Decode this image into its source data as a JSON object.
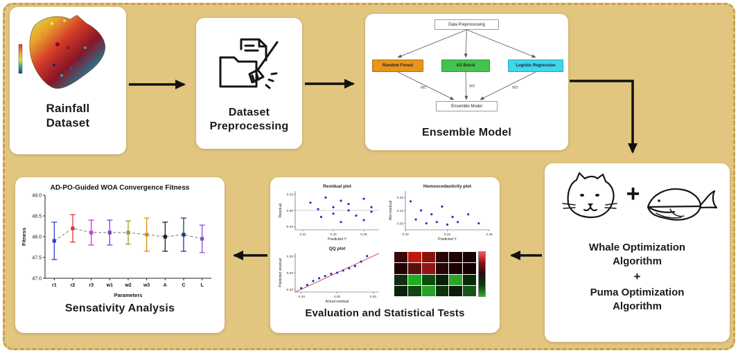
{
  "figure": {
    "background_color": "#e2c57f",
    "border_color": "#c9a04a",
    "arrow_color": "#111111"
  },
  "nodes": {
    "rainfall": {
      "label": "Rainfall Dataset"
    },
    "preprocessing": {
      "label": "Dataset Preprocessing"
    },
    "ensemble": {
      "label": "Ensemble Model",
      "flow": {
        "top": "Data Preprocessing",
        "models": [
          {
            "name": "Random Forest",
            "color": "#e8951c"
          },
          {
            "name": "XG Boost",
            "color": "#44c34e"
          },
          {
            "name": "Logistic Regression",
            "color": "#3fd6ef"
          }
        ],
        "weights": [
          "W1",
          "W2",
          "W3"
        ],
        "bottom": "Ensemble Model"
      }
    },
    "optimization": {
      "art_plus": "+",
      "line1": "Whale Optimization Algorithm",
      "plus": "+",
      "line2": "Puma Optimization Algorithm"
    },
    "evaluation": {
      "label": "Evaluation and Statistical Tests"
    },
    "sensitivity": {
      "label": "Sensativity Analysis"
    }
  },
  "chart_data": [
    {
      "id": "sensitivity-chart",
      "type": "errorbar",
      "title": "AD-PO-Guided WOA Convergence Fitness",
      "xlabel": "Parameters",
      "ylabel": "Fitness",
      "categories": [
        "r1",
        "r2",
        "r3",
        "w1",
        "w2",
        "w3",
        "A",
        "C",
        "L"
      ],
      "values": [
        47.9,
        48.2,
        48.1,
        48.1,
        48.1,
        48.05,
        48.0,
        48.05,
        47.95
      ],
      "errors": [
        0.45,
        0.33,
        0.3,
        0.3,
        0.28,
        0.4,
        0.35,
        0.4,
        0.33
      ],
      "point_colors": [
        "#2746c9",
        "#e23232",
        "#c53ad2",
        "#7d3bd8",
        "#9b9b22",
        "#e0871c",
        "#1c1c1c",
        "#20357d",
        "#8a4bc9"
      ],
      "line_color": "#8a8a8a",
      "ylim": [
        47.0,
        49.0
      ],
      "yticks": [
        "47.0",
        "47.5",
        "48.0",
        "48.5",
        "49.0"
      ]
    },
    {
      "id": "residual-plot",
      "type": "scatter",
      "title": "Residual plot",
      "xlabel": "Predicted Y",
      "ylabel": "Residual",
      "xlim": [
        0.305,
        0.36
      ],
      "ylim": [
        -0.3,
        0.3
      ],
      "xticks": [
        0.31,
        0.33,
        0.35
      ],
      "yticks": [
        -0.25,
        0,
        0.25
      ],
      "hline": 0,
      "point_color": "#2233bb",
      "points": [
        [
          0.315,
          0.12
        ],
        [
          0.32,
          0.02
        ],
        [
          0.322,
          -0.1
        ],
        [
          0.325,
          0.2
        ],
        [
          0.33,
          0.05
        ],
        [
          0.33,
          -0.05
        ],
        [
          0.335,
          0.15
        ],
        [
          0.335,
          -0.18
        ],
        [
          0.34,
          0.0
        ],
        [
          0.34,
          0.1
        ],
        [
          0.345,
          -0.08
        ],
        [
          0.35,
          0.18
        ],
        [
          0.35,
          -0.15
        ],
        [
          0.355,
          0.05
        ],
        [
          0.355,
          -0.02
        ]
      ]
    },
    {
      "id": "homoscedasticity-plot",
      "type": "scatter",
      "title": "Homoscedasticity plot",
      "xlabel": "Predicted Y",
      "ylabel": "Abs residual",
      "xlim": [
        0.3,
        0.38
      ],
      "ylim": [
        0,
        0.3
      ],
      "xticks": [
        0.3,
        0.34,
        0.38
      ],
      "yticks": [
        0.05,
        0.15,
        0.25
      ],
      "point_color": "#2233bb",
      "points": [
        [
          0.305,
          0.22
        ],
        [
          0.31,
          0.08
        ],
        [
          0.315,
          0.15
        ],
        [
          0.32,
          0.05
        ],
        [
          0.325,
          0.12
        ],
        [
          0.33,
          0.06
        ],
        [
          0.335,
          0.18
        ],
        [
          0.34,
          0.04
        ],
        [
          0.345,
          0.1
        ],
        [
          0.35,
          0.06
        ],
        [
          0.36,
          0.12
        ],
        [
          0.37,
          0.05
        ]
      ]
    },
    {
      "id": "qq-plot",
      "type": "scatter",
      "title": "QQ plot",
      "xlabel": "Actual residual",
      "ylabel": "Predicted residual",
      "xlim": [
        -0.35,
        0.35
      ],
      "ylim": [
        -0.35,
        0.35
      ],
      "xticks": [
        -0.3,
        0,
        0.3
      ],
      "yticks": [
        -0.3,
        0,
        0.3
      ],
      "refline": true,
      "point_color": "#2233bb",
      "points": [
        [
          -0.3,
          -0.28
        ],
        [
          -0.25,
          -0.22
        ],
        [
          -0.2,
          -0.15
        ],
        [
          -0.15,
          -0.1
        ],
        [
          -0.1,
          -0.06
        ],
        [
          -0.05,
          -0.02
        ],
        [
          0,
          0.0
        ],
        [
          0.05,
          0.04
        ],
        [
          0.1,
          0.08
        ],
        [
          0.15,
          0.12
        ],
        [
          0.2,
          0.2
        ],
        [
          0.25,
          0.3
        ]
      ]
    },
    {
      "id": "heatmap",
      "type": "heatmap",
      "rows": 4,
      "cols": 6,
      "cell_colors": [
        [
          "#3a0707",
          "#c0180a",
          "#8a1208",
          "#2b0505",
          "#200404",
          "#180303"
        ],
        [
          "#200404",
          "#571010",
          "#901515",
          "#260505",
          "#1b0303",
          "#140202"
        ],
        [
          "#122d12",
          "#1fae1f",
          "#0d4d0d",
          "#081f08",
          "#2aa52a",
          "#0a2a0a"
        ],
        [
          "#0a220a",
          "#134413",
          "#27a127",
          "#0d330d",
          "#091d09",
          "#165416"
        ]
      ],
      "colorbar": [
        "#ff5555",
        "#8a0f0f",
        "#201010",
        "#103510",
        "#2fae2f"
      ]
    }
  ]
}
